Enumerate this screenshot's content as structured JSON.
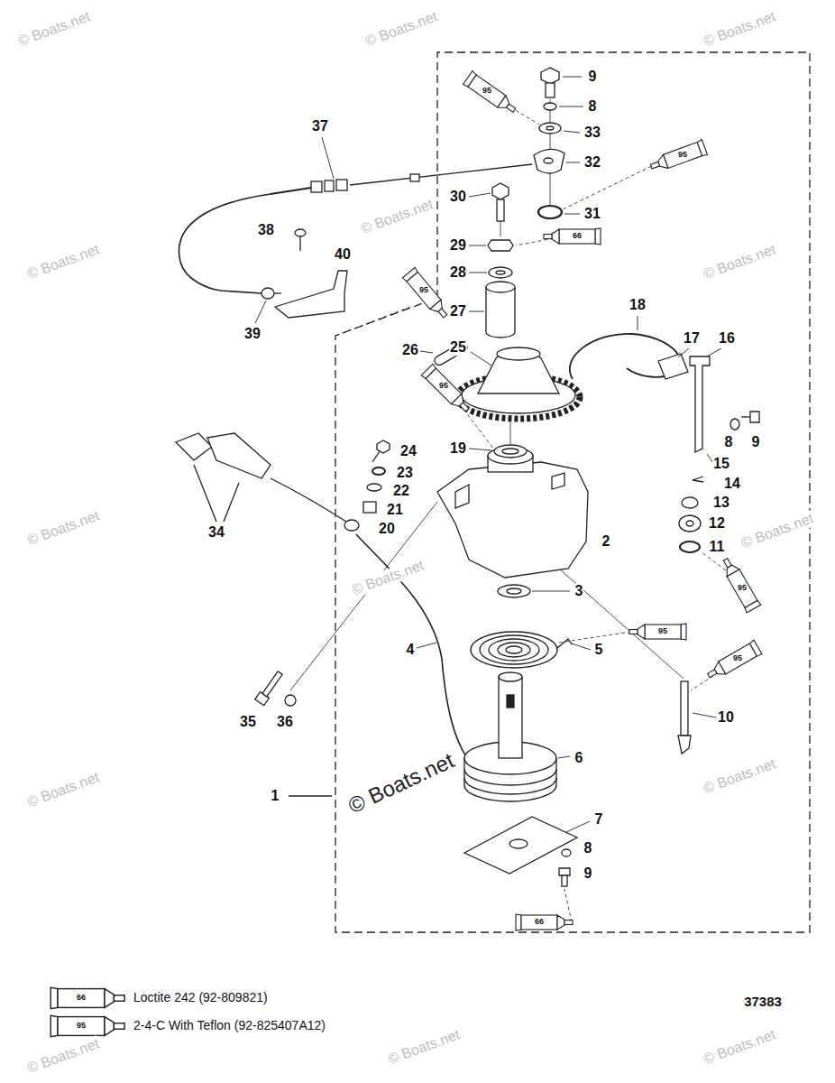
{
  "diagram": {
    "labels": [
      "© Boats.net",
      "© Boats.net",
      "© Boats.net",
      "9",
      "95",
      "8",
      "33",
      "37",
      "95",
      "32",
      "30",
      "31",
      "66",
      "38",
      "29",
      "40",
      "© Boats.net",
      "© Boats.net",
      "© Boats.net",
      "28",
      "95",
      "18",
      "27",
      "39",
      "17",
      "16",
      "26",
      "25",
      "95",
      "9",
      "8",
      "19",
      "24",
      "15",
      "23",
      "14",
      "22",
      "13",
      "21",
      "© Boats.net",
      "© Boats.net",
      "© Boats.net",
      "12",
      "20",
      "34",
      "2",
      "11",
      "95",
      "3",
      "95",
      "4",
      "5",
      "95",
      "35",
      "36",
      "10",
      "6",
      "© Boats.net",
      "© Boats.net",
      "© Boats.net",
      "1",
      "7",
      "8",
      "9",
      "66",
      "66",
      "37383",
      "95",
      "© Boats.net",
      "© Boats.net",
      "© Boats.net"
    ],
    "legend": [
      {
        "text": "Loctite 242 (92-809821)"
      },
      {
        "text": "2-4-C With Teflon (92-825407A12)"
      }
    ]
  }
}
